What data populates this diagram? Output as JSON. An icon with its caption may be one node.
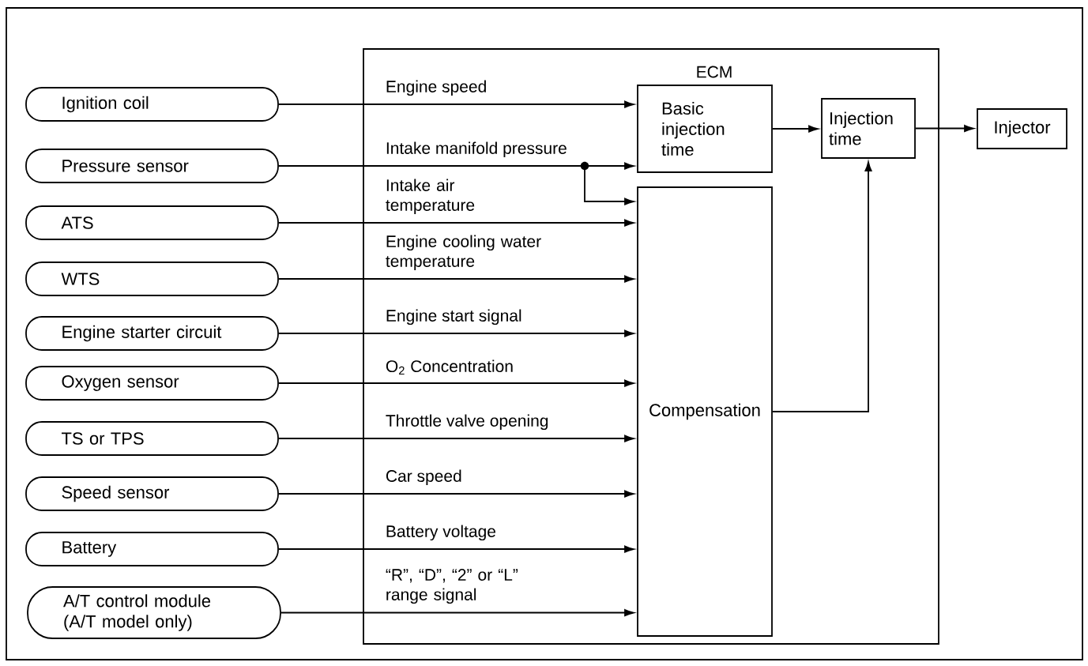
{
  "diagram": {
    "nodes": [
      {
        "text": [
          "Ignition coil"
        ]
      },
      {
        "text": [
          "Pressure sensor"
        ]
      },
      {
        "text": [
          "ATS"
        ]
      },
      {
        "text": [
          "WTS"
        ]
      },
      {
        "text": [
          "Engine starter circuit"
        ]
      },
      {
        "text": [
          "Oxygen sensor"
        ]
      },
      {
        "text": [
          "TS or TPS"
        ]
      },
      {
        "text": [
          "Speed sensor"
        ]
      },
      {
        "text": [
          "Battery"
        ]
      },
      {
        "text": [
          "A/T control module (A/T model only)"
        ]
      },
      {
        "text": [
          "ECM"
        ]
      },
      {
        "text": [
          "Basic injection time"
        ],
        "in": 10
      },
      {
        "text": [
          "Compensation"
        ],
        "in": 10
      },
      {
        "text": [
          "Injection time"
        ],
        "in": 10
      },
      {
        "text": [
          "Injector"
        ]
      }
    ],
    "edges": [
      {
        "from": 0,
        "to": 11,
        "arrow": "to",
        "label": "Engine speed"
      },
      {
        "from": 1,
        "to": 11,
        "arrow": "to",
        "label": "Intake manifold pressure"
      },
      {
        "from": 1,
        "to": 12,
        "arrow": "to"
      },
      {
        "from": 2,
        "to": 12,
        "arrow": "to",
        "label": "Intake air temperature"
      },
      {
        "from": 3,
        "to": 12,
        "arrow": "to",
        "label": "Engine cooling water temperature"
      },
      {
        "from": 4,
        "to": 12,
        "arrow": "to",
        "label": "Engine start signal"
      },
      {
        "from": 5,
        "to": 12,
        "arrow": "to",
        "label": "O$_{2}$ Concentration"
      },
      {
        "from": 6,
        "to": 12,
        "arrow": "to",
        "label": "Throttle valve opening"
      },
      {
        "from": 7,
        "to": 12,
        "arrow": "to",
        "label": "Car speed"
      },
      {
        "from": 8,
        "to": 12,
        "arrow": "to",
        "label": "Battery voltage"
      },
      {
        "from": 9,
        "to": 12,
        "arrow": "to",
        "label": "“R”, “D”, “2” or “L” range signal"
      },
      {
        "from": 11,
        "to": 13,
        "arrow": "to"
      },
      {
        "from": 12,
        "to": 13,
        "arrow": "to"
      },
      {
        "from": 13,
        "to": 14,
        "arrow": "to"
      }
    ]
  }
}
